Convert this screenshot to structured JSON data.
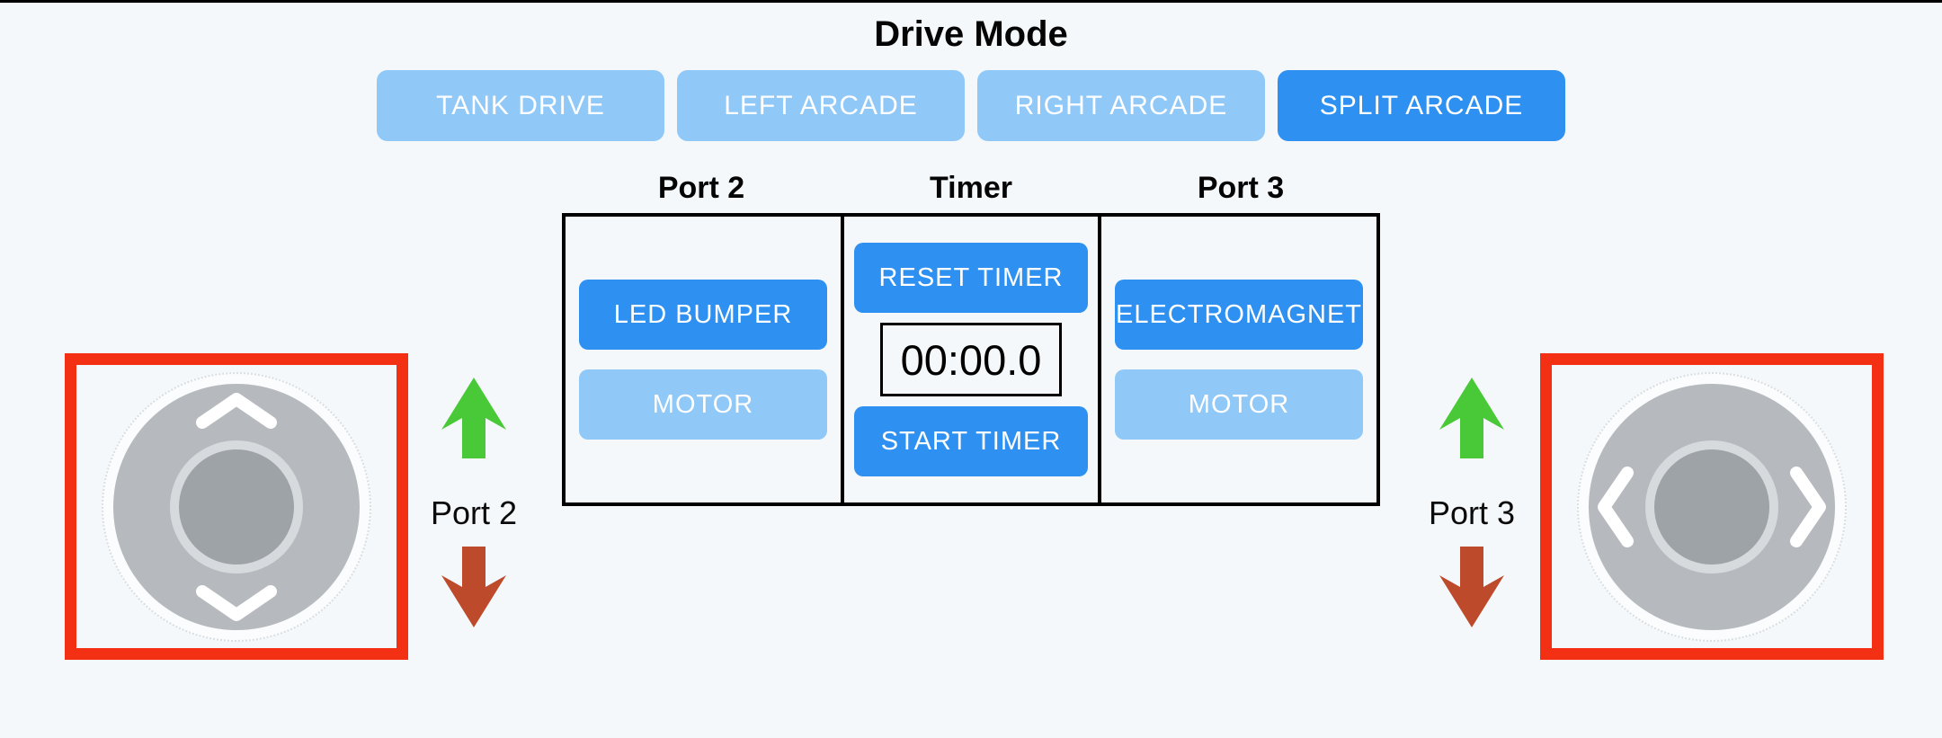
{
  "app": {
    "background": "#F4F8FA",
    "top_line_color": "#000000"
  },
  "colors": {
    "page_bg": "#F4F8FA",
    "top_line": "#000000",
    "button_active": "#2E91F2",
    "button_inactive": "#90C8F8",
    "button_text": "#FFFFFF",
    "table_border": "#000000",
    "joystick_frame": "#F43014",
    "joystick_base": "#FAFCFD",
    "joystick_pad": "#B6BABE",
    "joystick_knob": "#9EA3A8",
    "joystick_knob_ring": "#D7DADD",
    "arrow_up_green": "#49C937",
    "arrow_down_red": "#BD4A2B"
  },
  "drive_mode": {
    "title": "Drive Mode",
    "buttons": [
      {
        "label": "TANK DRIVE",
        "active": false
      },
      {
        "label": "LEFT ARCADE",
        "active": false
      },
      {
        "label": "RIGHT ARCADE",
        "active": false
      },
      {
        "label": "SPLIT ARCADE",
        "active": true
      }
    ]
  },
  "control_panel": {
    "port2": {
      "header": "Port 2",
      "led_bumper_label": "LED BUMPER",
      "motor_label": "MOTOR"
    },
    "timer": {
      "header": "Timer",
      "reset_label": "RESET TIMER",
      "display_value": "00:00.0",
      "start_label": "START TIMER"
    },
    "port3": {
      "header": "Port 3",
      "electromagnet_label": "ELECTROMAGNET",
      "motor_label": "MOTOR"
    }
  },
  "left_joystick": {
    "label": "Port 2",
    "chevrons": [
      "chevron-up",
      "chevron-down"
    ],
    "legend_icons": [
      "arrow-up",
      "arrow-down"
    ]
  },
  "right_joystick": {
    "label": "Port 3",
    "chevrons": [
      "chevron-left",
      "chevron-right"
    ],
    "legend_icons": [
      "arrow-up",
      "arrow-down"
    ]
  }
}
